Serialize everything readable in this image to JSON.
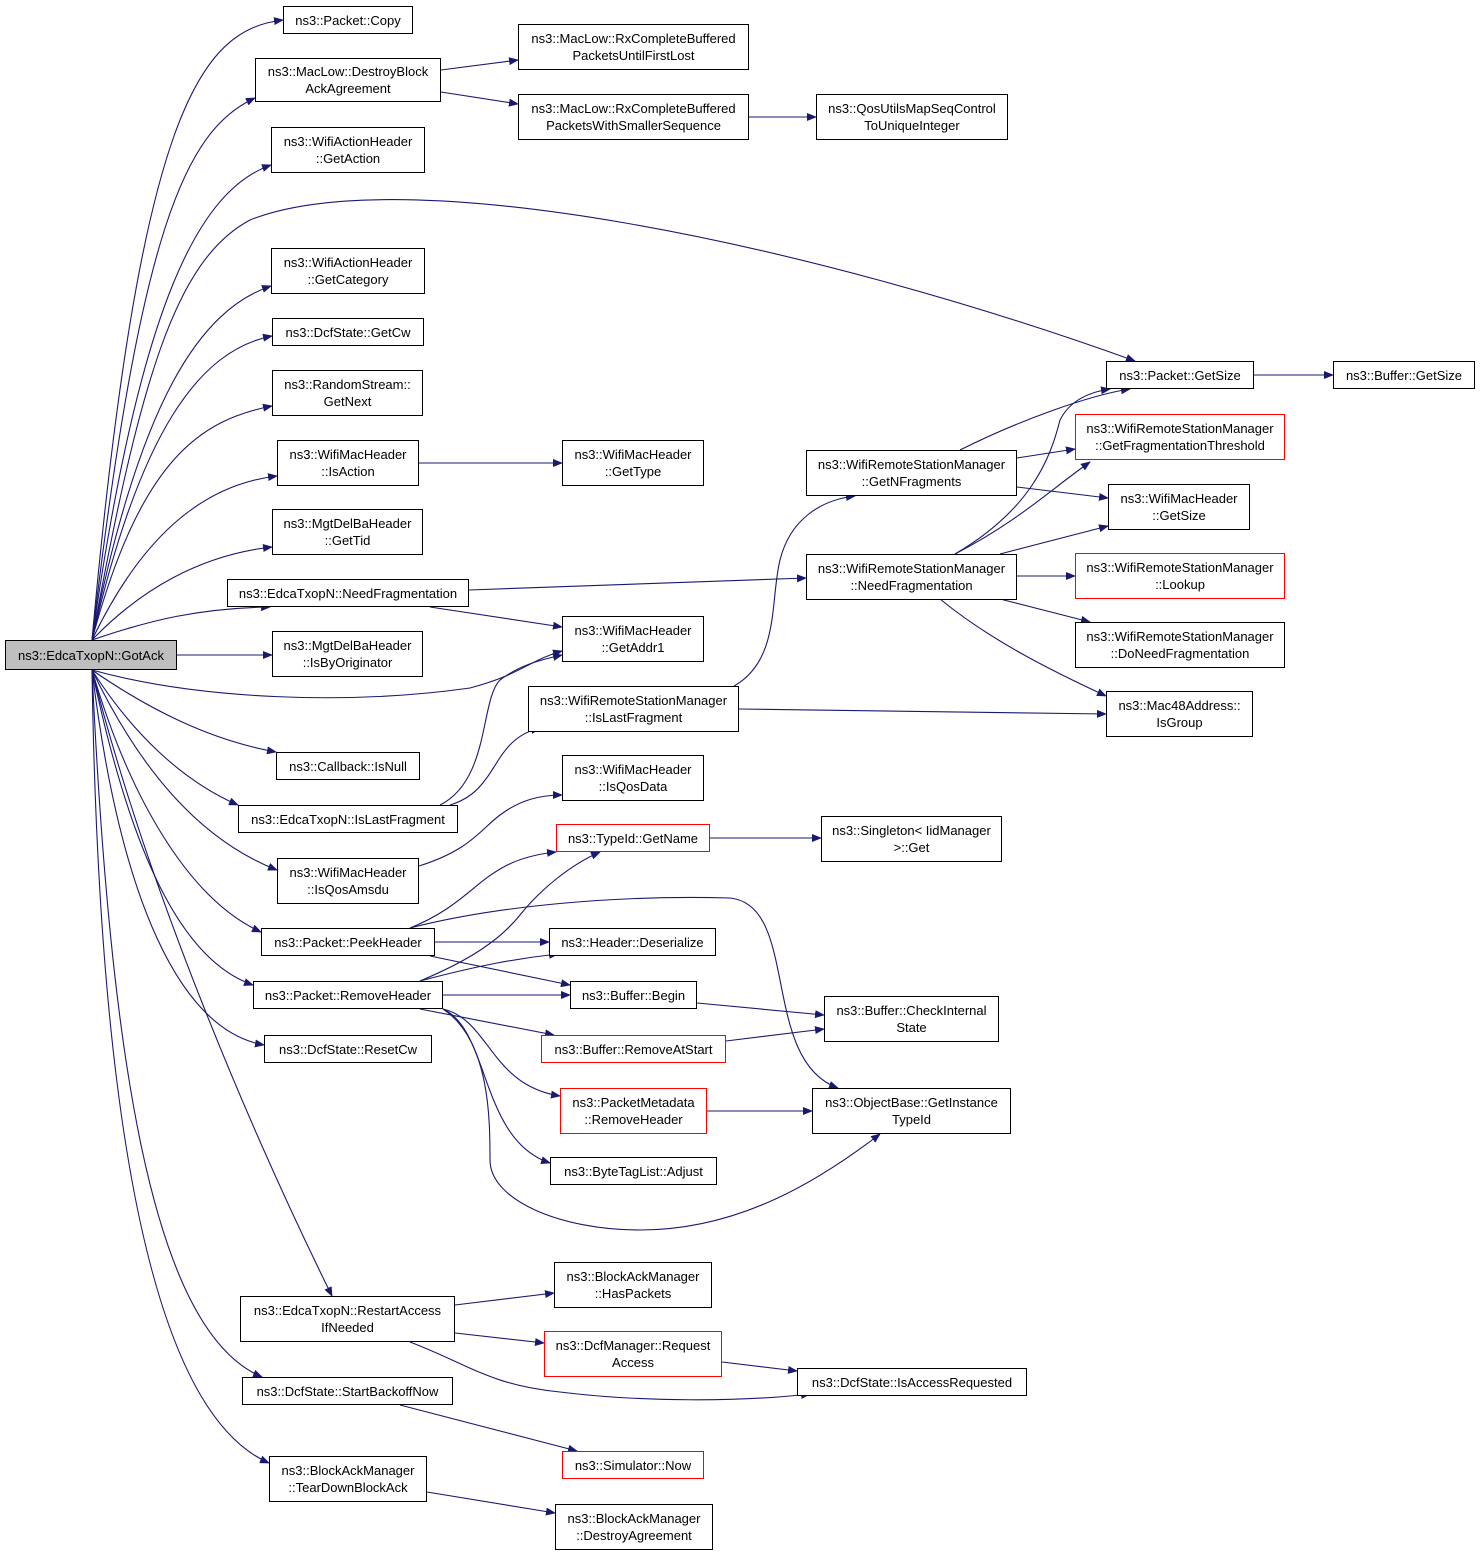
{
  "diagram": {
    "colors": {
      "edge": "#191970",
      "border": "#000000",
      "border_incomplete": "#ff0000",
      "root_fill": "#bfbfbf"
    },
    "nodes": [
      {
        "id": "gotack",
        "lines": [
          "ns3::EdcaTxopN::GotAck"
        ],
        "root": true
      },
      {
        "id": "copy",
        "lines": [
          "ns3::Packet::Copy"
        ]
      },
      {
        "id": "destroyblock",
        "lines": [
          "ns3::MacLow::DestroyBlock",
          "AckAgreement"
        ]
      },
      {
        "id": "rxfirstlost",
        "lines": [
          "ns3::MacLow::RxCompleteBuffered",
          "PacketsUntilFirstLost"
        ]
      },
      {
        "id": "rxsmaller",
        "lines": [
          "ns3::MacLow::RxCompleteBuffered",
          "PacketsWithSmallerSequence"
        ]
      },
      {
        "id": "qosutils",
        "lines": [
          "ns3::QosUtilsMapSeqControl",
          "ToUniqueInteger"
        ]
      },
      {
        "id": "getaction",
        "lines": [
          "ns3::WifiActionHeader",
          "::GetAction"
        ]
      },
      {
        "id": "getcategory",
        "lines": [
          "ns3::WifiActionHeader",
          "::GetCategory"
        ]
      },
      {
        "id": "getcw",
        "lines": [
          "ns3::DcfState::GetCw"
        ]
      },
      {
        "id": "getnext",
        "lines": [
          "ns3::RandomStream::",
          "GetNext"
        ]
      },
      {
        "id": "isaction",
        "lines": [
          "ns3::WifiMacHeader",
          "::IsAction"
        ]
      },
      {
        "id": "gettype",
        "lines": [
          "ns3::WifiMacHeader",
          "::GetType"
        ]
      },
      {
        "id": "gettid",
        "lines": [
          "ns3::MgtDelBaHeader",
          "::GetTid"
        ]
      },
      {
        "id": "needfrag",
        "lines": [
          "ns3::EdcaTxopN::NeedFragmentation"
        ]
      },
      {
        "id": "isbyorig",
        "lines": [
          "ns3::MgtDelBaHeader",
          "::IsByOriginator"
        ]
      },
      {
        "id": "getaddr1",
        "lines": [
          "ns3::WifiMacHeader",
          "::GetAddr1"
        ]
      },
      {
        "id": "rsmislast",
        "lines": [
          "ns3::WifiRemoteStationManager",
          "::IsLastFragment"
        ]
      },
      {
        "id": "isnull",
        "lines": [
          "ns3::Callback::IsNull"
        ]
      },
      {
        "id": "islastfrag",
        "lines": [
          "ns3::EdcaTxopN::IsLastFragment"
        ]
      },
      {
        "id": "isqosdata",
        "lines": [
          "ns3::WifiMacHeader",
          "::IsQosData"
        ]
      },
      {
        "id": "isqosamsdu",
        "lines": [
          "ns3::WifiMacHeader",
          "::IsQosAmsdu"
        ]
      },
      {
        "id": "getname",
        "lines": [
          "ns3::TypeId::GetName"
        ],
        "red": true
      },
      {
        "id": "singleton",
        "lines": [
          "ns3::Singleton< IidManager",
          ">::Get"
        ]
      },
      {
        "id": "peekheader",
        "lines": [
          "ns3::Packet::PeekHeader"
        ]
      },
      {
        "id": "deserialize",
        "lines": [
          "ns3::Header::Deserialize"
        ]
      },
      {
        "id": "removeheader",
        "lines": [
          "ns3::Packet::RemoveHeader"
        ]
      },
      {
        "id": "bufbegin",
        "lines": [
          "ns3::Buffer::Begin"
        ]
      },
      {
        "id": "checkinternal",
        "lines": [
          "ns3::Buffer::CheckInternal",
          "State"
        ]
      },
      {
        "id": "removeatstart",
        "lines": [
          "ns3::Buffer::RemoveAtStart"
        ],
        "red": true
      },
      {
        "id": "resetcw",
        "lines": [
          "ns3::DcfState::ResetCw"
        ]
      },
      {
        "id": "pmremoveheader",
        "lines": [
          "ns3::PacketMetadata",
          "::RemoveHeader"
        ],
        "red": true
      },
      {
        "id": "getinstancetypeid",
        "lines": [
          "ns3::ObjectBase::GetInstance",
          "TypeId"
        ]
      },
      {
        "id": "adjust",
        "lines": [
          "ns3::ByteTagList::Adjust"
        ]
      },
      {
        "id": "restartaccess",
        "lines": [
          "ns3::EdcaTxopN::RestartAccess",
          "IfNeeded"
        ]
      },
      {
        "id": "haspackets",
        "lines": [
          "ns3::BlockAckManager",
          "::HasPackets"
        ]
      },
      {
        "id": "requestaccess",
        "lines": [
          "ns3::DcfManager::Request",
          "Access"
        ],
        "red": true
      },
      {
        "id": "isaccessreq",
        "lines": [
          "ns3::DcfState::IsAccessRequested"
        ]
      },
      {
        "id": "startbackoff",
        "lines": [
          "ns3::DcfState::StartBackoffNow"
        ]
      },
      {
        "id": "simnow",
        "lines": [
          "ns3::Simulator::Now"
        ],
        "red": true
      },
      {
        "id": "teardown",
        "lines": [
          "ns3::BlockAckManager",
          "::TearDownBlockAck"
        ]
      },
      {
        "id": "destroyagreement",
        "lines": [
          "ns3::BlockAckManager",
          "::DestroyAgreement"
        ]
      },
      {
        "id": "pktgetsize",
        "lines": [
          "ns3::Packet::GetSize"
        ]
      },
      {
        "id": "bufgetsize",
        "lines": [
          "ns3::Buffer::GetSize"
        ]
      },
      {
        "id": "getfragthresh",
        "lines": [
          "ns3::WifiRemoteStationManager",
          "::GetFragmentationThreshold"
        ],
        "red": true
      },
      {
        "id": "getnfrag",
        "lines": [
          "ns3::WifiRemoteStationManager",
          "::GetNFragments"
        ]
      },
      {
        "id": "machdrgetsize",
        "lines": [
          "ns3::WifiMacHeader",
          "::GetSize"
        ]
      },
      {
        "id": "rsmneedfrag",
        "lines": [
          "ns3::WifiRemoteStationManager",
          "::NeedFragmentation"
        ]
      },
      {
        "id": "lookup",
        "lines": [
          "ns3::WifiRemoteStationManager",
          "::Lookup"
        ],
        "red": true
      },
      {
        "id": "doneedfrag",
        "lines": [
          "ns3::WifiRemoteStationManager",
          "::DoNeedFragmentation"
        ]
      },
      {
        "id": "isgroup",
        "lines": [
          "ns3::Mac48Address::",
          "IsGroup"
        ]
      }
    ]
  }
}
